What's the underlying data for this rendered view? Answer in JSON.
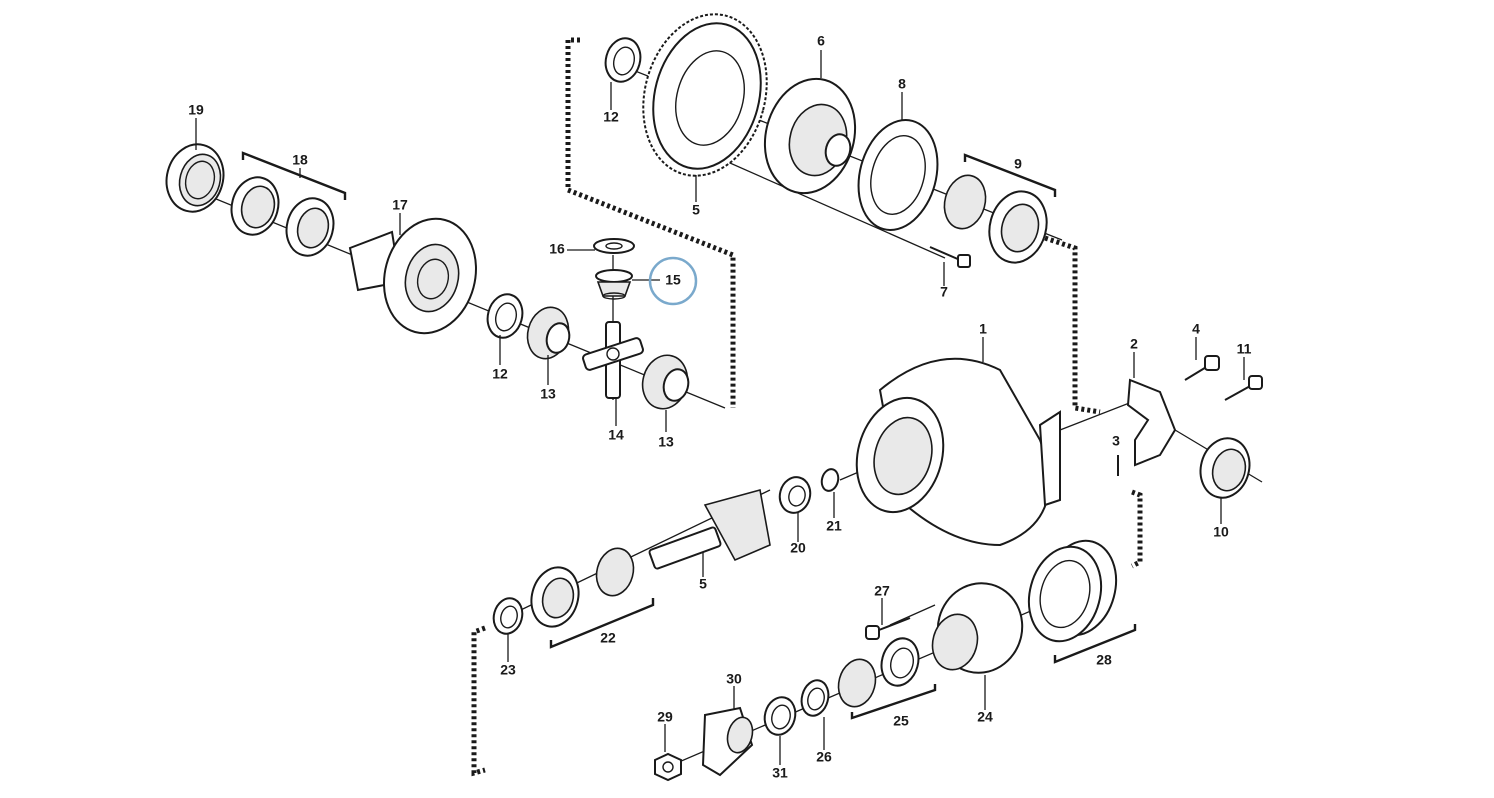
{
  "highlight_color": "#7aa9cc",
  "selected_part": "15",
  "labels": {
    "p1": "1",
    "p2": "2",
    "p3": "3",
    "p4": "4",
    "p5a": "5",
    "p5b": "5",
    "p6": "6",
    "p7": "7",
    "p8": "8",
    "p9": "9",
    "p10": "10",
    "p11": "11",
    "p12a": "12",
    "p12b": "12",
    "p13a": "13",
    "p13b": "13",
    "p14": "14",
    "p15": "15",
    "p16": "16",
    "p17": "17",
    "p18": "18",
    "p19": "19",
    "p20": "20",
    "p21": "21",
    "p22": "22",
    "p23": "23",
    "p24": "24",
    "p25": "25",
    "p26": "26",
    "p27": "27",
    "p28": "28",
    "p29": "29",
    "p30": "30",
    "p31": "31"
  }
}
